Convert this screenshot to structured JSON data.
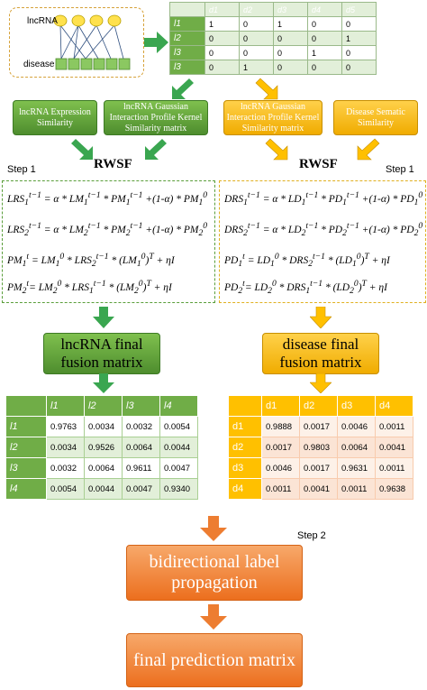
{
  "bipartite": {
    "top_label": "lncRNA",
    "bottom_label": "disease"
  },
  "association": {
    "cols": [
      "d1",
      "d2",
      "d3",
      "d4",
      "d5"
    ],
    "rows": [
      {
        "label": "l1",
        "values": [
          "1",
          "0",
          "1",
          "0",
          "0"
        ]
      },
      {
        "label": "l2",
        "values": [
          "0",
          "0",
          "0",
          "0",
          "1"
        ]
      },
      {
        "label": "l3",
        "values": [
          "0",
          "0",
          "0",
          "1",
          "0"
        ]
      },
      {
        "label": "l3",
        "values": [
          "0",
          "1",
          "0",
          "0",
          "0"
        ]
      }
    ]
  },
  "boxes": {
    "lnc_expr": "lncRNA Expression Similarity",
    "lnc_gip": "lncRNA Gaussian Interaction Profile Kernel Similarity matrix",
    "dis_gip": "lncRNA Gaussian Interaction Profile Kernel Similarity matrix",
    "dis_sem": "Disease Sematic Similarity",
    "rwsf_left": "RWSF",
    "rwsf_right": "RWSF",
    "step1_left": "Step 1",
    "step1_right": "Step 1",
    "lnc_final": "lncRNA final fusion matrix",
    "dis_final": "disease final fusion matrix",
    "step2": "Step 2",
    "blp": "bidirectional label propagation",
    "final": "final prediction matrix"
  },
  "lnc_matrix": {
    "cols": [
      "l1",
      "l2",
      "l3",
      "l4"
    ],
    "rows": [
      {
        "label": "l1",
        "values": [
          "0.9763",
          "0.0034",
          "0.0032",
          "0.0054"
        ]
      },
      {
        "label": "l2",
        "values": [
          "0.0034",
          "0.9526",
          "0.0064",
          "0.0044"
        ]
      },
      {
        "label": "l3",
        "values": [
          "0.0032",
          "0.0064",
          "0.9611",
          "0.0047"
        ]
      },
      {
        "label": "l4",
        "values": [
          "0.0054",
          "0.0044",
          "0.0047",
          "0.9340"
        ]
      }
    ]
  },
  "dis_matrix": {
    "cols": [
      "d1",
      "d2",
      "d3",
      "d4"
    ],
    "rows": [
      {
        "label": "d1",
        "values": [
          "0.9888",
          "0.0017",
          "0.0046",
          "0.0011"
        ]
      },
      {
        "label": "d2",
        "values": [
          "0.0017",
          "0.9803",
          "0.0064",
          "0.0041"
        ]
      },
      {
        "label": "d3",
        "values": [
          "0.0046",
          "0.0017",
          "0.9631",
          "0.0011"
        ]
      },
      {
        "label": "d4",
        "values": [
          "0.0011",
          "0.0041",
          "0.0011",
          "0.9638"
        ]
      }
    ]
  },
  "colors": {
    "green": "#70ad47",
    "yellow": "#ffc000",
    "orange": "#ed7d31"
  }
}
